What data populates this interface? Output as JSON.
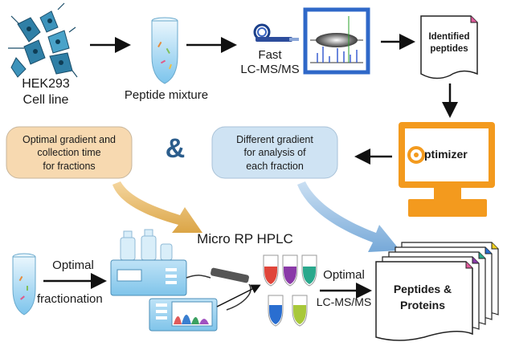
{
  "cell_label_1": "HEK293",
  "cell_label_2": "Cell line",
  "peptide_mixture": "Peptide mixture",
  "fast_1": "Fast",
  "fast_2": "LC-MS/MS",
  "identified_1": "Identified",
  "identified_2": "peptides",
  "optimizer": "ptimizer",
  "optimal_bubble_1": "Optimal gradient and",
  "optimal_bubble_2": "collection time",
  "optimal_bubble_3": "for fractions",
  "ampersand": "&",
  "different_bubble_1": "Different gradient",
  "different_bubble_2": "for analysis of",
  "different_bubble_3": "each fraction",
  "micro_hplc": "Micro RP HPLC",
  "optimal_frac_1": "Optimal",
  "optimal_frac_2": "fractionation",
  "optimal_ms_1": "Optimal",
  "optimal_ms_2": "LC-MS/MS",
  "result_1": "Peptides &",
  "result_2": "Proteins",
  "colors": {
    "tube_blue": "#9fd3ef",
    "bubble_orange": "#f7d9b0",
    "bubble_blue": "#cfe3f3",
    "monitor_orange": "#f39a1e",
    "arrow_gold": "#e2a940",
    "arrow_blue": "#8fb9de",
    "ampersand": "#2b5d8c"
  }
}
